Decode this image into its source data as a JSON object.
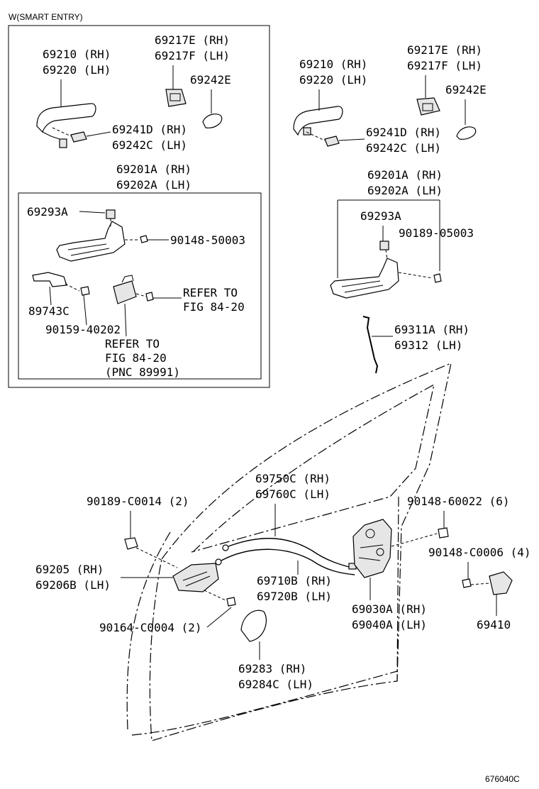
{
  "header": {
    "variant": "W(SMART ENTRY)",
    "code": "676040C"
  },
  "smart_entry": {
    "handle": [
      "69210 (RH)",
      "69220 (LH)"
    ],
    "cover": [
      "69217E (RH)",
      "69217F (LH)"
    ],
    "pad": "69242E",
    "gasket": [
      "69241D (RH)",
      "69242C (LH)"
    ],
    "frame": [
      "69201A (RH)",
      "69202A (LH)"
    ],
    "clip": "69293A",
    "bolt": "90148-50003",
    "bracket": "89743C",
    "screw": "90159-40202",
    "ref1": [
      "REFER TO",
      "FIG 84-20"
    ],
    "ref2": [
      "REFER TO",
      "FIG 84-20",
      "(PNC 89991)"
    ]
  },
  "main": {
    "handle": [
      "69210 (RH)",
      "69220 (LH)"
    ],
    "cover": [
      "69217E (RH)",
      "69217F (LH)"
    ],
    "pad": "69242E",
    "gasket": [
      "69241D (RH)",
      "69242C (LH)"
    ],
    "frame": [
      "69201A (RH)",
      "69202A (LH)"
    ],
    "clip": "69293A",
    "bolt": "90189-05003",
    "rod": [
      "69311A (RH)",
      "69312 (LH)"
    ],
    "cable_upper": [
      "69750C (RH)",
      "69760C (LH)"
    ],
    "clip_top": "90189-C0014 (2)",
    "inside_handle": [
      "69205 (RH)",
      "69206B (LH)"
    ],
    "screw_bottom": "90164-C0004 (2)",
    "cable_lower": [
      "69710B (RH)",
      "69720B (LH)"
    ],
    "bezel": [
      "69283 (RH)",
      "69284C (LH)"
    ],
    "lock_screw": "90148-60022 (6)",
    "lock": [
      "69030A (RH)",
      "69040A (LH)"
    ],
    "striker_screw": "90148-C0006 (4)",
    "striker": "69410"
  }
}
